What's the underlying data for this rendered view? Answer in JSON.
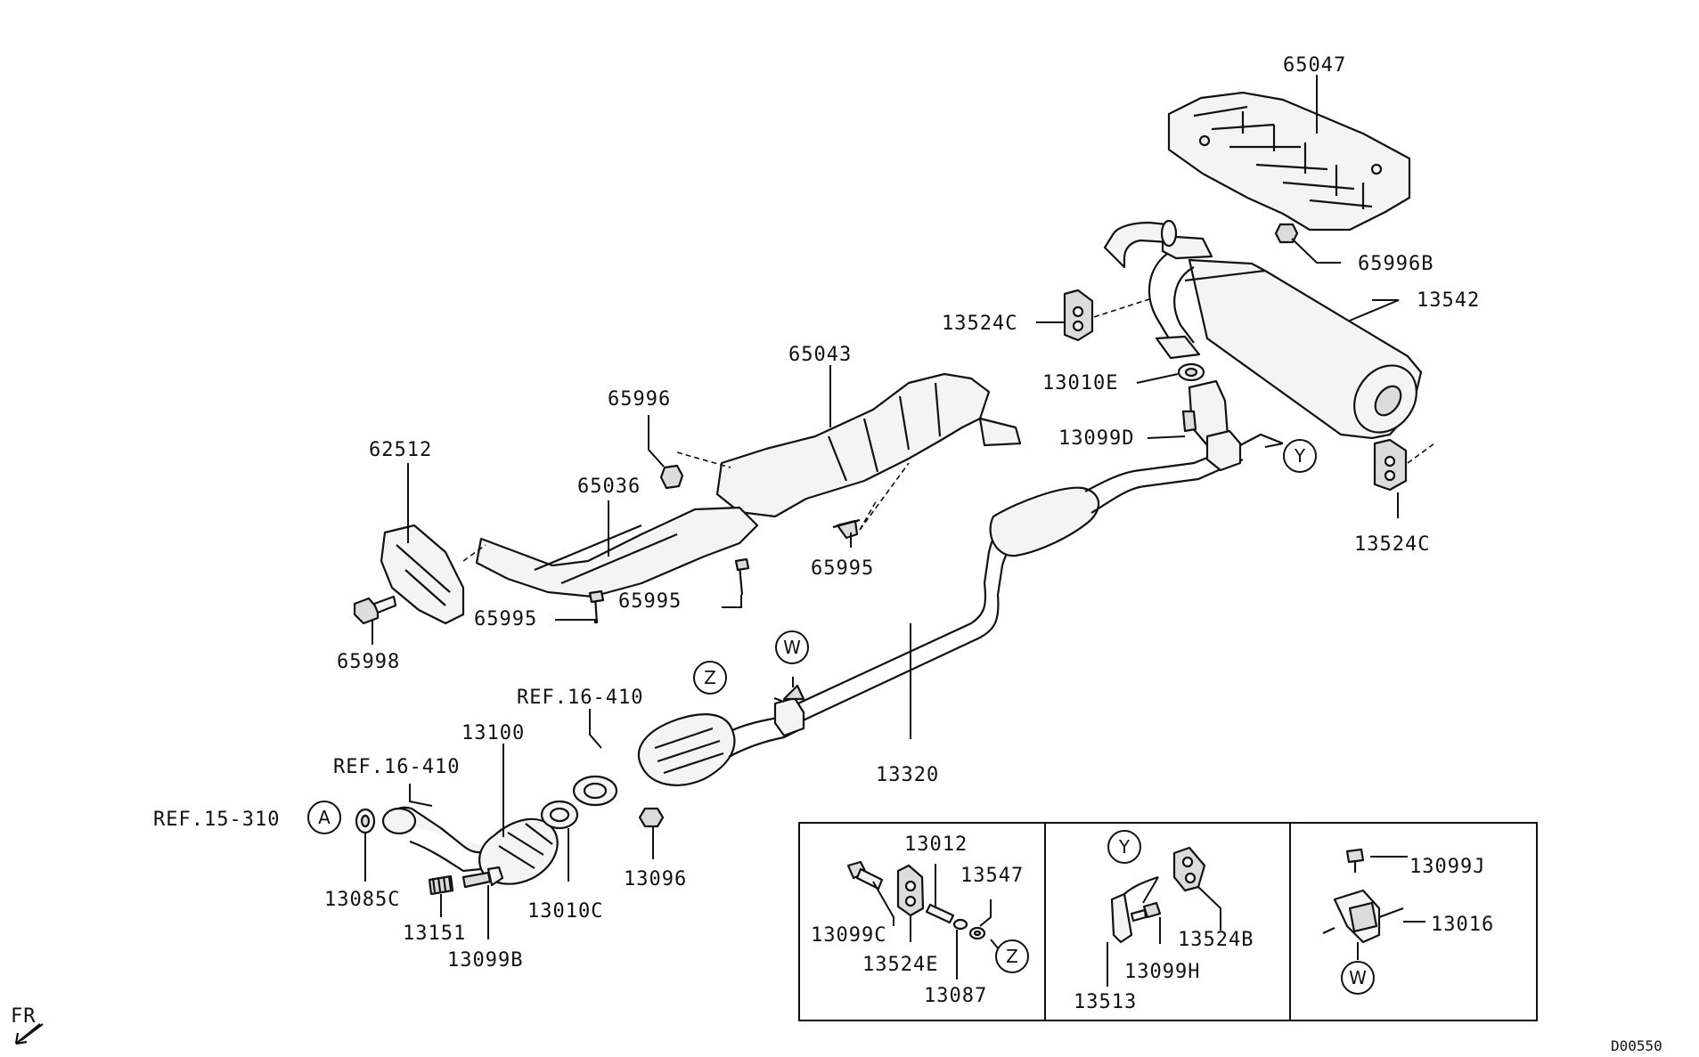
{
  "part_labels": {
    "p65047": "65047",
    "p65996B": "65996B",
    "p13542": "13542",
    "p13524C_top": "13524C",
    "p13010E": "13010E",
    "p13099D": "13099D",
    "p13524C_right": "13524C",
    "p65043": "65043",
    "p65996": "65996",
    "p62512": "62512",
    "p65036": "65036",
    "p65995_right": "65995",
    "p65995_mid": "65995",
    "p65995_left": "65995",
    "p65998": "65998",
    "pREF16_410_a": "REF.16-410",
    "pREF16_410_b": "REF.16-410",
    "p13100": "13100",
    "pREF15_310": "REF.15-310",
    "p13085C": "13085C",
    "p13151": "13151",
    "p13099B": "13099B",
    "p13010C": "13010C",
    "p13096": "13096",
    "p13320": "13320",
    "p13012": "13012",
    "p13547": "13547",
    "p13099C": "13099C",
    "p13524E": "13524E",
    "p13087": "13087",
    "p13513": "13513",
    "p13524B": "13524B",
    "p13099H": "13099H",
    "p13099J": "13099J",
    "p13016": "13016"
  },
  "callouts": {
    "A": "A",
    "Z_main": "Z",
    "W_main": "W",
    "Y_main": "Y",
    "Z_inset": "Z",
    "Y_inset": "Y",
    "W_inset": "W"
  },
  "orientation": "FR",
  "diagram_code": "D00550"
}
